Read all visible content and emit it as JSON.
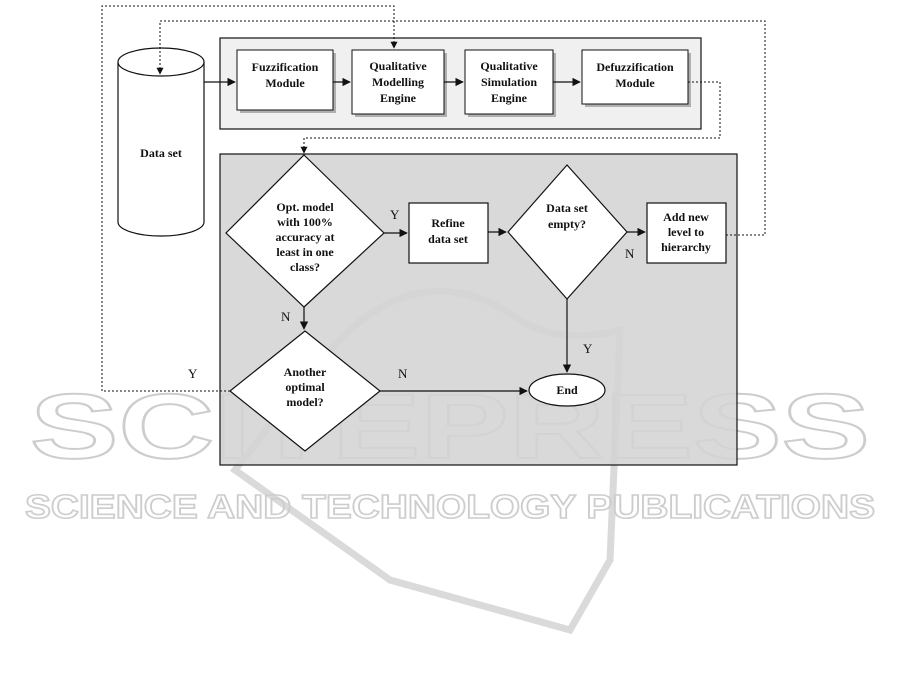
{
  "colors": {
    "stroke": "#111111",
    "box_fill": "#ffffff",
    "top_group_fill": "#f0f0f0",
    "bottom_group_fill": "#d4d4d4",
    "node_shadow": "#b0b0b0",
    "watermark": "#c8c8c8"
  },
  "nodes": {
    "data_set": "Data set",
    "fuzzification": [
      "Fuzzification",
      "Module"
    ],
    "qual_modelling": [
      "Qualitative",
      "Modelling",
      "Engine"
    ],
    "qual_simulation": [
      "Qualitative",
      "Simulation",
      "Engine"
    ],
    "defuzzification": [
      "Defuzzification",
      "Module"
    ],
    "opt_model": [
      "Opt. model",
      "with 100%",
      "accuracy at",
      "least in one",
      "class?"
    ],
    "refine": [
      "Refine",
      "data set"
    ],
    "data_empty": [
      "Data set",
      "empty?"
    ],
    "add_level": [
      "Add new",
      "level to",
      "hierarchy"
    ],
    "another": [
      "Another",
      "optimal",
      "model?"
    ],
    "end": "End"
  },
  "edge_labels": {
    "opt_yes": "Y",
    "opt_no": "N",
    "empty_no": "N",
    "empty_yes": "Y",
    "another_yes": "Y",
    "another_no": "N"
  },
  "watermark": {
    "main": "SCITEPRESS",
    "sub": "SCIENCE AND TECHNOLOGY PUBLICATIONS"
  }
}
